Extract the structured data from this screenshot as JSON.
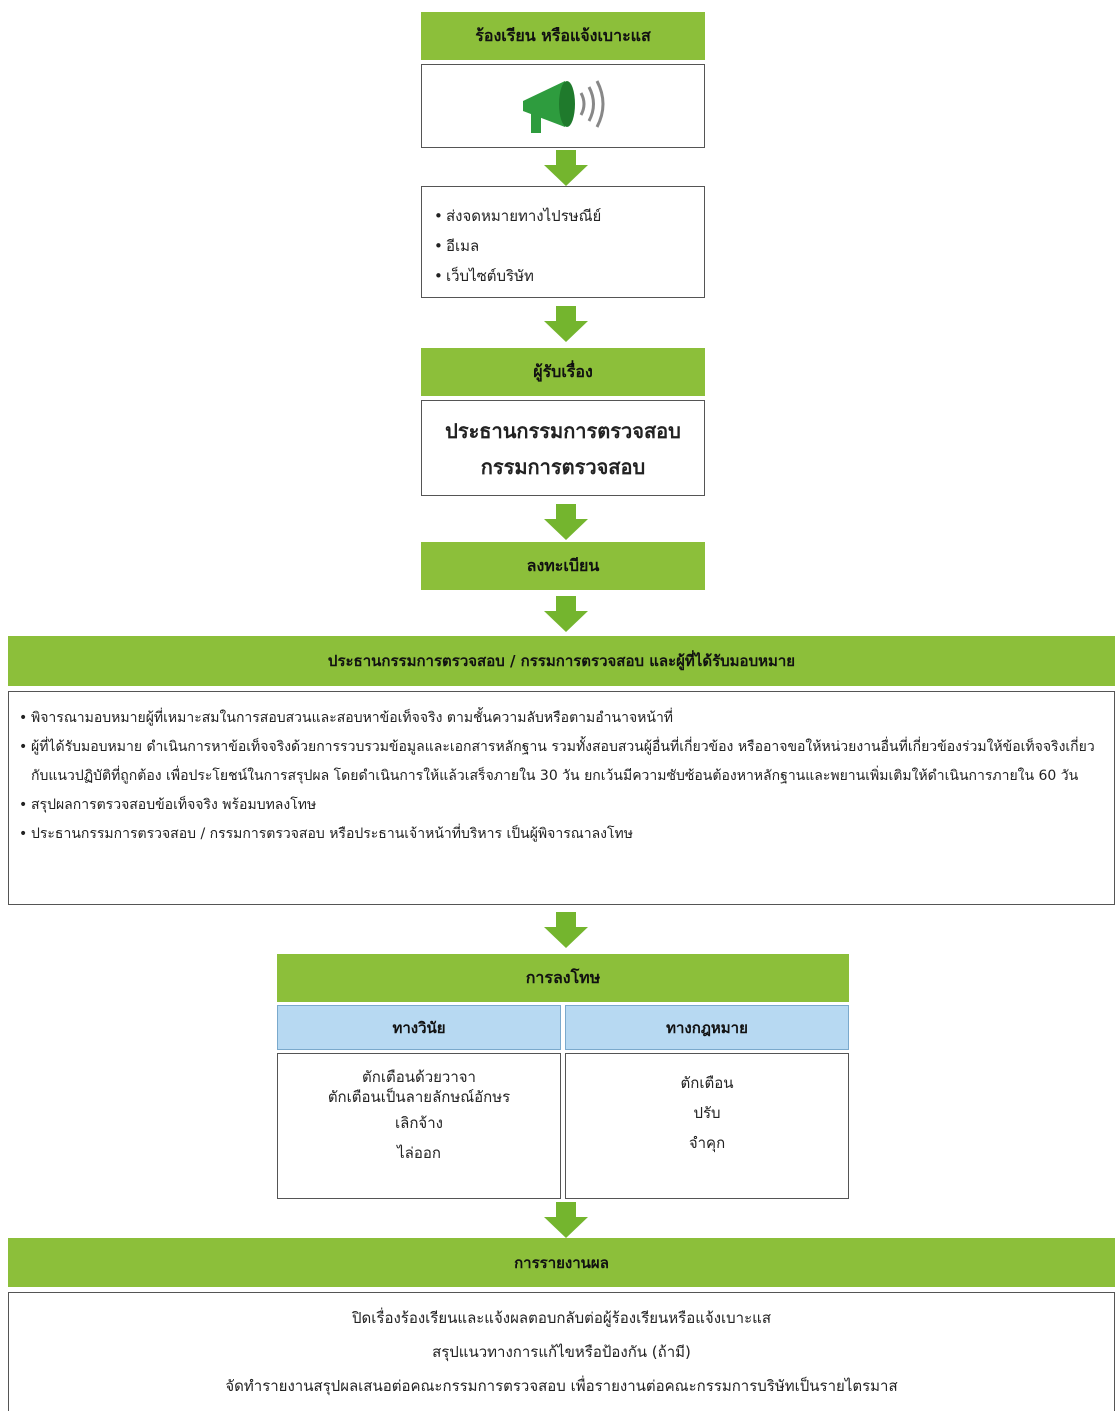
{
  "steps": {
    "report": {
      "title": "ร้องเรียน หรือแจ้งเบาะแส"
    },
    "channels": {
      "items": [
        "ส่งจดหมายทางไปรษณีย์",
        "อีเมล",
        "เว็บไซต์บริษัท"
      ]
    },
    "receiver": {
      "title": "ผู้รับเรื่อง",
      "lines": [
        "ประธานกรรมการตรวจสอบ",
        "กรรมการตรวจสอบ"
      ]
    },
    "register": {
      "title": "ลงทะเบียน"
    },
    "investigation": {
      "title": "ประธานกรรมการตรวจสอบ / กรรมการตรวจสอบ และผู้ที่ได้รับมอบหมาย",
      "items": [
        "พิจารณามอบหมายผู้ที่เหมาะสมในการสอบสวนและสอบหาข้อเท็จจริง ตามชั้นความลับหรือตามอำนาจหน้าที่",
        "ผู้ที่ได้รับมอบหมาย ดำเนินการหาข้อเท็จจริงด้วยการรวบรวมข้อมูลและเอกสารหลักฐาน รวมทั้งสอบสวนผู้อื่นที่เกี่ยวข้อง หรืออาจขอให้หน่วยงานอื่นที่เกี่ยวข้องร่วมให้ข้อเท็จจริงเกี่ยวกับแนวปฏิบัติที่ถูกต้อง เพื่อประโยชน์ในการสรุปผล โดยดำเนินการให้แล้วเสร็จภายใน 30 วัน ยกเว้นมีความซับซ้อนต้องหาหลักฐานและพยานเพิ่มเติมให้ดำเนินการภายใน 60 วัน",
        "สรุปผลการตรวจสอบข้อเท็จจริง พร้อมบทลงโทษ",
        "ประธานกรรมการตรวจสอบ / กรรมการตรวจสอบ หรือประธานเจ้าหน้าที่บริหาร เป็นผู้พิจารณาลงโทษ"
      ]
    },
    "penalty": {
      "title": "การลงโทษ",
      "disciplinary": {
        "title": "ทางวินัย",
        "items": [
          "ตักเตือนด้วยวาจา",
          "ตักเตือนเป็นลายลักษณ์อักษร",
          "เลิกจ้าง",
          "ไล่ออก"
        ]
      },
      "legal": {
        "title": "ทางกฎหมาย",
        "items": [
          "ตักเตือน",
          "ปรับ",
          "จำคุก"
        ]
      }
    },
    "result": {
      "title": "การรายงานผล",
      "lines": [
        "ปิดเรื่องร้องเรียนและแจ้งผลตอบกลับต่อผู้ร้องเรียนหรือแจ้งเบาะแส",
        "สรุปแนวทางการแก้ไขหรือป้องกัน (ถ้ามี)",
        "จัดทำรายงานสรุปผลเสนอต่อคณะกรรมการตรวจสอบ เพื่อรายงานต่อคณะกรรมการบริษัทเป็นรายไตรมาส"
      ]
    }
  },
  "colors": {
    "header_green": "#8cbf3a",
    "arrow_green": "#74b52e",
    "sub_header_blue": "#b7d9f2"
  },
  "icons": {
    "megaphone": "megaphone-icon",
    "arrow": "arrow-down-icon"
  }
}
